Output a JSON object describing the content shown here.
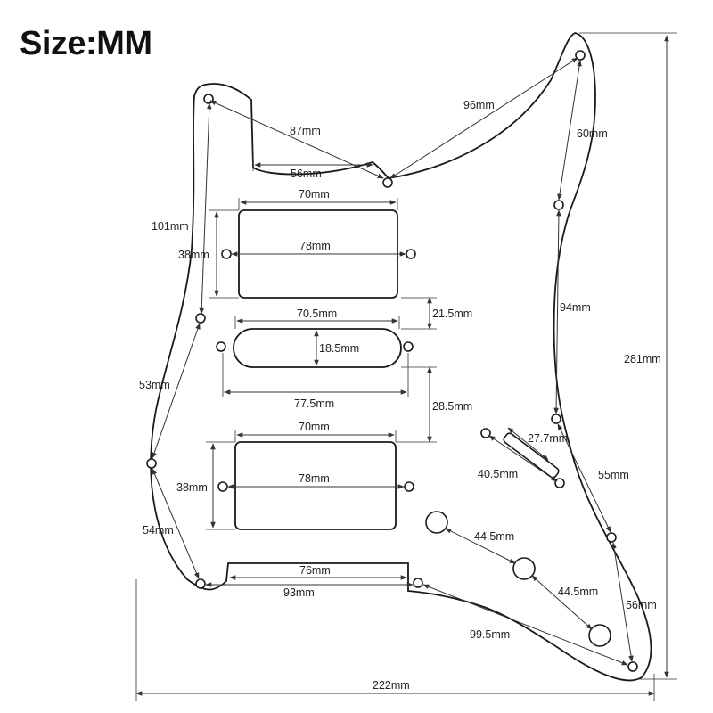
{
  "title": "Size:MM",
  "dimensions": {
    "d87": "87mm",
    "d96": "96mm",
    "d60": "60mm",
    "d56top": "56mm",
    "d70top": "70mm",
    "d101": "101mm",
    "d38top": "38mm",
    "d78top": "78mm",
    "d70_5": "70.5mm",
    "d21_5": "21.5mm",
    "d18_5": "18.5mm",
    "d94": "94mm",
    "d281": "281mm",
    "d53": "53mm",
    "d77_5": "77.5mm",
    "d28_5": "28.5mm",
    "d70bot": "70mm",
    "d27_7": "27.7mm",
    "d40_5": "40.5mm",
    "d55": "55mm",
    "d38bot": "38mm",
    "d78bot": "78mm",
    "d44_5a": "44.5mm",
    "d54": "54mm",
    "d76": "76mm",
    "d93": "93mm",
    "d44_5b": "44.5mm",
    "d56bot": "56mm",
    "d99_5": "99.5mm",
    "d222": "222mm"
  },
  "colors": {
    "line": "#1a1a1a",
    "dim": "#333333"
  }
}
